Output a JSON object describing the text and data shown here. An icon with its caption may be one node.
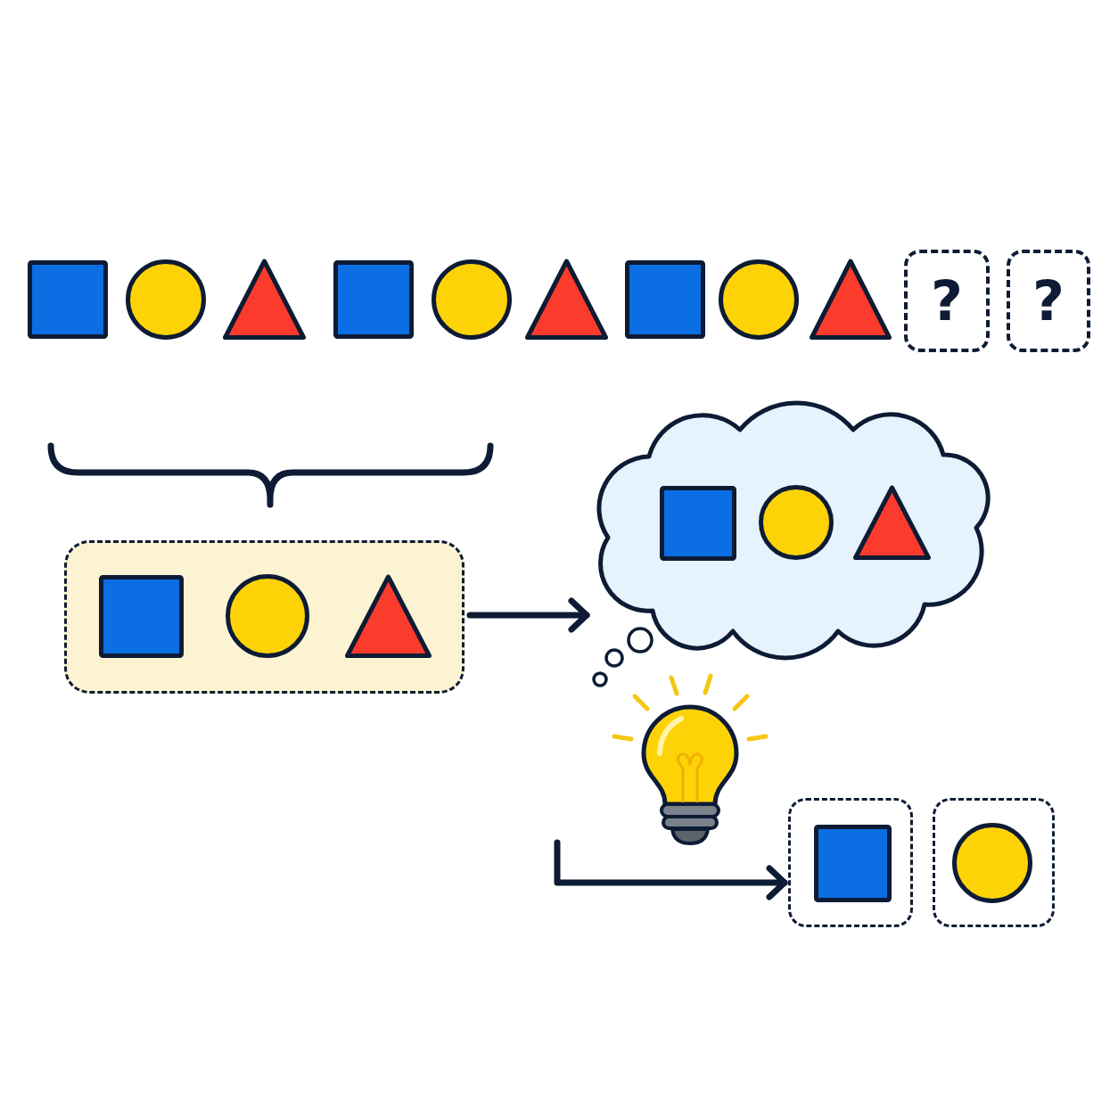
{
  "diagram": {
    "nodes": [
      {
        "text": [
          "?"
        ]
      },
      {
        "text": [
          "?"
        ]
      },
      {
        "text": [],
        "shape": "box"
      },
      {
        "text": [],
        "shape": "cloud"
      },
      {
        "text": [],
        "shape": "box"
      },
      {
        "text": [],
        "shape": "box"
      }
    ],
    "edges": [
      {
        "from": 2,
        "to": 3,
        "arrow": "to"
      },
      {
        "from": null,
        "to": 4,
        "arrow": "to"
      }
    ]
  }
}
